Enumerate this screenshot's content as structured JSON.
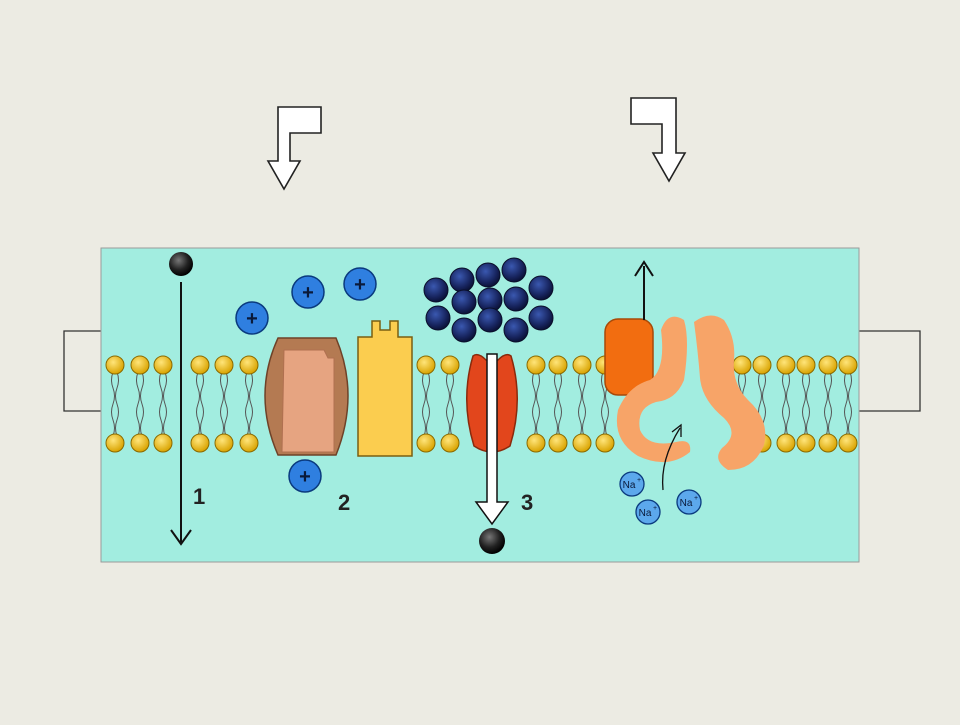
{
  "diagram": {
    "labels": {
      "passive_diffusion": "1",
      "channel_transport": "2",
      "carrier_transport": "3"
    },
    "ion_symbol": "+",
    "sodium_symbol": "Na",
    "sodium_charge": "+",
    "colors": {
      "background": "#ecebe3",
      "cytoplasm": "#a2ede0",
      "phospholipid_head": "#f2bf1a",
      "cation": "#2f7fe0",
      "sodium_ion": "#5ca8ec",
      "channel_outer": "#b47a52",
      "channel_inner": "#e6a481",
      "yellow_protein": "#fbcd4f",
      "red_protein": "#e2461c",
      "orange_block": "#f26d10",
      "pump_protein": "#f7a468",
      "macromolecule": "#1a2a68"
    }
  }
}
